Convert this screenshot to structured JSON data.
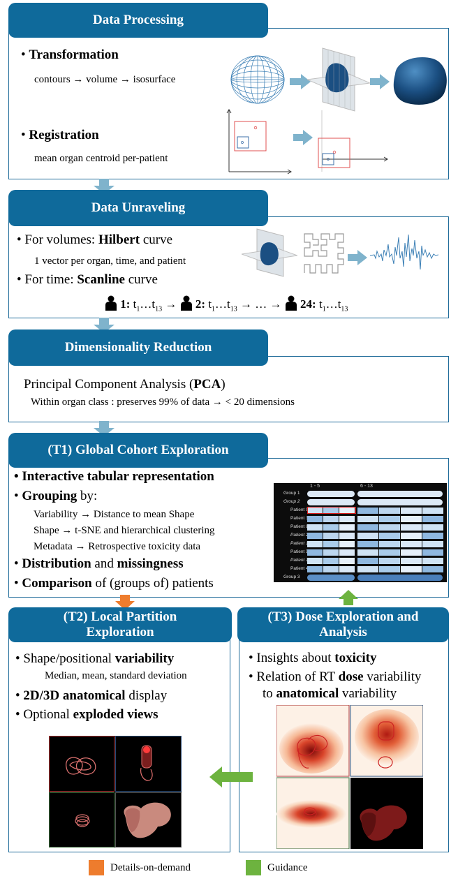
{
  "sections": {
    "processing": {
      "title": "Data Processing",
      "transformation_label": "Transformation",
      "transformation_desc": "contours → volume → isosurface",
      "registration_label": "Registration",
      "registration_desc": "mean organ centroid per-patient"
    },
    "unraveling": {
      "title": "Data Unraveling",
      "volumes_prefix": "For volumes: ",
      "volumes_bold": "Hilbert",
      "volumes_suffix": " curve",
      "volumes_desc": "1 vector per organ, time, and patient",
      "time_prefix": "For time: ",
      "time_bold": "Scanline",
      "time_suffix": " curve",
      "seq1_label": "1:",
      "seq2_label": "2:",
      "seq3_label": "24:",
      "seq_t": "t",
      "sub1": "1",
      "sub13": "13",
      "ellipsis": "…",
      "seq_middle_ellipsis": "…"
    },
    "dimred": {
      "title": "Dimensionality Reduction",
      "pca_prefix": "Principal Component Analysis (",
      "pca_bold": "PCA",
      "pca_suffix": ")",
      "pca_desc": "Within organ class : preserves 99% of data → < 20 dimensions"
    },
    "t1": {
      "title": "(T1) Global Cohort Exploration",
      "item1": "Interactive tabular representation",
      "item2_bold": "Grouping",
      "item2_rest": " by:",
      "sub1": "Variability → Distance to mean Shape",
      "sub2": "Shape → t-SNE and hierarchical clustering",
      "sub3": "Metadata → Retrospective toxicity data",
      "item3_bold1": "Distribution",
      "item3_mid": " and ",
      "item3_bold2": "missingness",
      "item4_bold": "Comparison",
      "item4_rest": " of (groups of) patients",
      "table": {
        "col_header1": "1 - 5",
        "col_header2": "6 - 13",
        "rows": [
          "Group 1",
          "Group 2",
          "Patient 9",
          "Patient 3",
          "Patient 8",
          "Patient 2",
          "Patient 11",
          "Patient 5",
          "Patient 12",
          "Patient 4",
          "Group 3"
        ]
      }
    },
    "t2": {
      "title": "(T2) Local Partition Exploration",
      "item1_prefix": "Shape/positional ",
      "item1_bold": "variability",
      "item1_sub": "Median, mean, standard deviation",
      "item2_bold": "2D/3D anatomical",
      "item2_rest": " display",
      "item3_prefix": "Optional ",
      "item3_bold": "exploded views"
    },
    "t3": {
      "title": "(T3) Dose Exploration and Analysis",
      "item1_prefix": "Insights about ",
      "item1_bold": "toxicity",
      "item2_prefix": "Relation of RT ",
      "item2_bold": "dose",
      "item2_rest": " variability",
      "item2_line2_prefix": "to ",
      "item2_line2_bold": "anatomical",
      "item2_line2_rest": " variability"
    }
  },
  "legend": {
    "details": "Details-on-demand",
    "guidance": "Guidance"
  },
  "bullet": "•",
  "arrow": "→",
  "colors": {
    "header": "#0f6a9b",
    "border": "#1f6b99",
    "connector": "#7fb3cc",
    "orange": "#ee7c2d",
    "green": "#6db33f"
  }
}
